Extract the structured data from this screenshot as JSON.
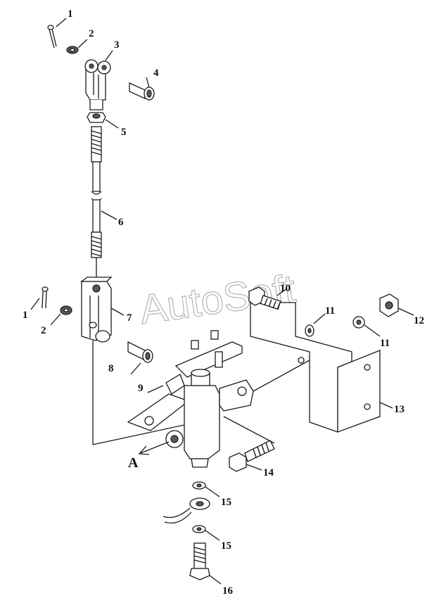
{
  "watermark": "AutoSoft",
  "view_marker": "A",
  "callouts": [
    {
      "id": "c1a",
      "label": "1"
    },
    {
      "id": "c2a",
      "label": "2"
    },
    {
      "id": "c3",
      "label": "3"
    },
    {
      "id": "c4",
      "label": "4"
    },
    {
      "id": "c5",
      "label": "5"
    },
    {
      "id": "c6",
      "label": "6"
    },
    {
      "id": "c7",
      "label": "7"
    },
    {
      "id": "c1b",
      "label": "1"
    },
    {
      "id": "c2b",
      "label": "2"
    },
    {
      "id": "c8",
      "label": "8"
    },
    {
      "id": "c9",
      "label": "9"
    },
    {
      "id": "c10",
      "label": "10"
    },
    {
      "id": "c11a",
      "label": "11"
    },
    {
      "id": "c11b",
      "label": "11"
    },
    {
      "id": "c12",
      "label": "12"
    },
    {
      "id": "c13",
      "label": "13"
    },
    {
      "id": "c14",
      "label": "14"
    },
    {
      "id": "c15a",
      "label": "15"
    },
    {
      "id": "c15b",
      "label": "15"
    },
    {
      "id": "c16",
      "label": "16"
    }
  ]
}
